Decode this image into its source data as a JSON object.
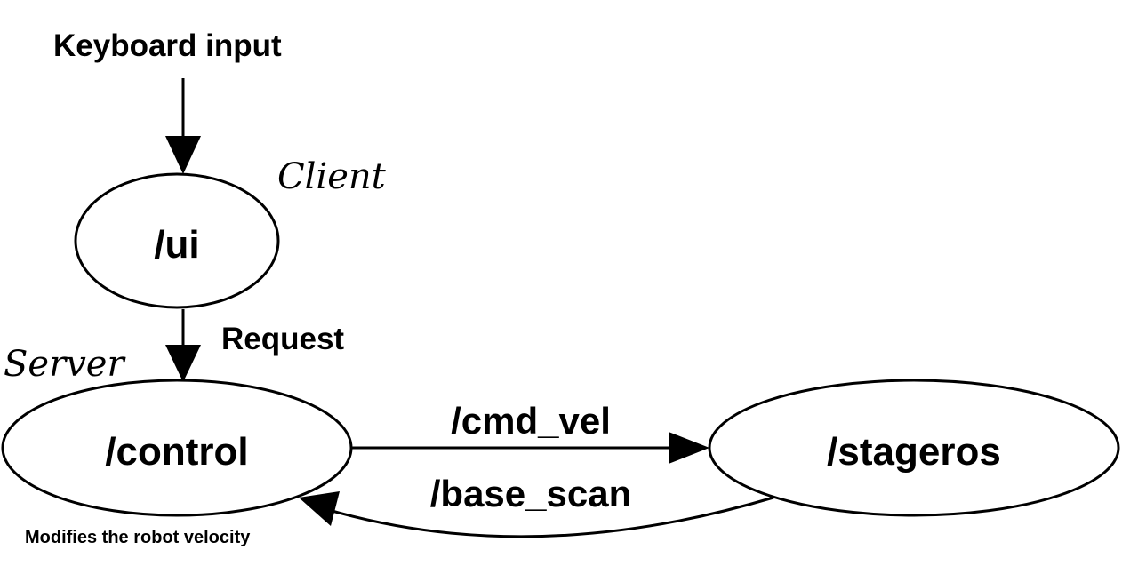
{
  "diagram": {
    "input_label": "Keyboard input",
    "client_label": "Client",
    "server_label": "Server",
    "request_label": "Request",
    "note": "Modifies the robot velocity",
    "nodes": {
      "ui": "/ui",
      "control": "/control",
      "stageros": "/stageros"
    },
    "topics": {
      "cmd_vel": "/cmd_vel",
      "base_scan": "/base_scan"
    }
  }
}
